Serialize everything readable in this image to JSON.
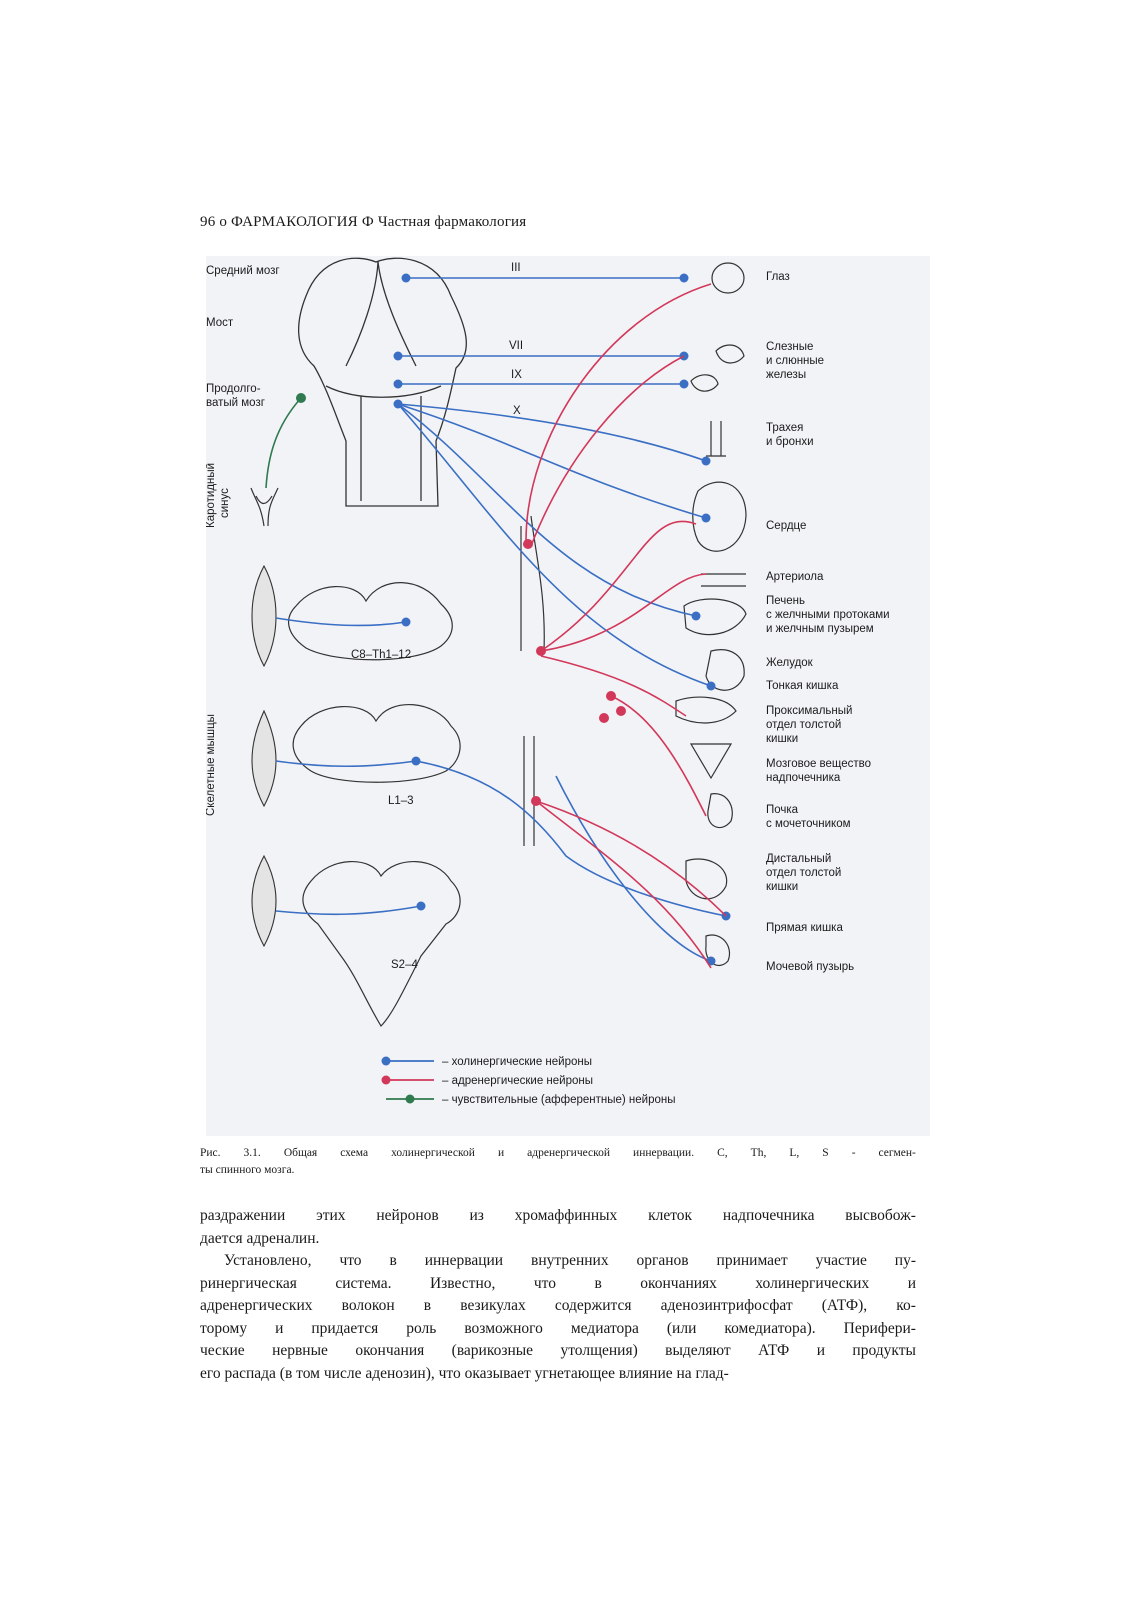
{
  "header": {
    "text": "96 о ФАРМАКОЛОГИЯ Ф Частная фармакология"
  },
  "figure": {
    "left_labels": [
      "Средний мозг",
      "Мост",
      "Продолго-",
      "ватый мозг"
    ],
    "vertical_labels": [
      "Каротидный",
      "синус",
      "Скелетные мышцы"
    ],
    "nerves": [
      "III",
      "VII",
      "IX",
      "X"
    ],
    "segments": [
      "C8–Th1–12",
      "L1–3",
      "S2–4"
    ],
    "organs": [
      "Глаз",
      "Слезные",
      "и слюнные",
      "железы",
      "Трахея",
      "и бронхи",
      "Сердце",
      "Артериола",
      "Печень",
      "с желчными протоками",
      "и желчным пузырем",
      "Желудок",
      "Тонкая кишка",
      "Проксимальный",
      "отдел толстой",
      "кишки",
      "Мозговое вещество",
      "надпочечника",
      "Почка",
      "с мочеточником",
      "Дистальный",
      "отдел толстой",
      "кишки",
      "Прямая кишка",
      "Мочевой пузырь"
    ],
    "legend": [
      "– холинергические нейроны",
      "– адренергические нейроны",
      "– чувствительные (афферентные) нейроны"
    ],
    "colors": {
      "cholinergic": "#3a6fc4",
      "adrenergic": "#d2385a",
      "sensory": "#2f7a4f"
    }
  },
  "caption": {
    "line1": [
      "Рис.",
      "3.1.",
      "Общая",
      "схема",
      "холинергической",
      "и",
      "адренергической",
      "иннервации.",
      "C,",
      "Th,",
      "L,",
      "S",
      "-",
      "сегмен-"
    ],
    "line2": "ты спинного мозга."
  },
  "body": {
    "p1_line1": [
      "раздражении",
      "этих",
      "нейронов",
      "из",
      "хромаффинных",
      "клеток",
      "надпочечника",
      "высвобож-"
    ],
    "p1_line2": "дается адреналин.",
    "p2_line1": [
      "Установлено,",
      "что",
      "в",
      "иннервации",
      "внутренних",
      "органов",
      "принимает",
      "участие",
      "пу-"
    ],
    "p2_line2": [
      "ринергическая",
      "система.",
      "Известно,",
      "что",
      "в",
      "окончаниях",
      "холинергических",
      "и"
    ],
    "p2_line3": [
      "адренергических",
      "волокон",
      "в",
      "везикулах",
      "содержится",
      "аденозинтрифосфат",
      "(АТФ),",
      "ко-"
    ],
    "p2_line4": [
      "торому",
      "и",
      "придается",
      "роль",
      "возможного",
      "медиатора",
      "(или",
      "комедиатора).",
      "Перифери-"
    ],
    "p2_line5": [
      "ческие",
      "нервные",
      "окончания",
      "(варикозные",
      "утолщения)",
      "выделяют",
      "АТФ",
      "и",
      "продукты"
    ],
    "p2_line6": "его распада (в том числе аденозин), что оказывает угнетающее влияние на глад-"
  }
}
